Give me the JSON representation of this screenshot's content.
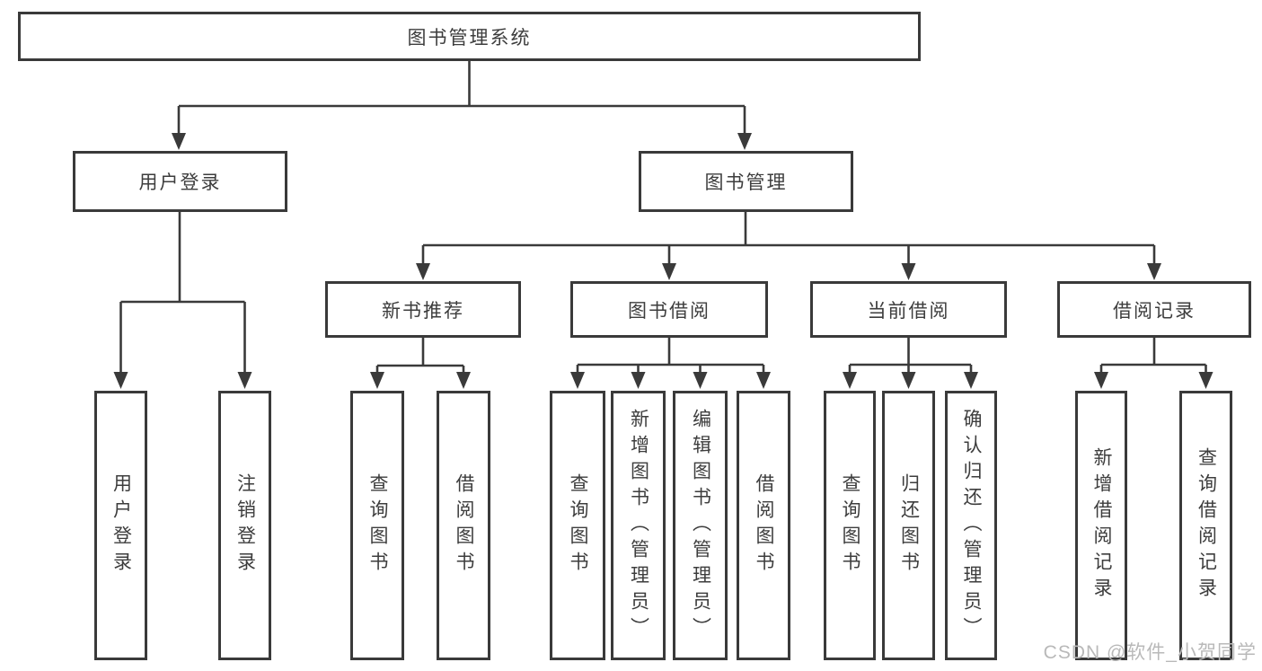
{
  "diagram": {
    "root": {
      "label": "图书管理系统"
    },
    "level2": [
      {
        "label": "用户登录"
      },
      {
        "label": "图书管理"
      }
    ],
    "level3": [
      {
        "label": "新书推荐"
      },
      {
        "label": "图书借阅"
      },
      {
        "label": "当前借阅"
      },
      {
        "label": "借阅记录"
      }
    ],
    "leaves": {
      "user_login": [
        "用户登录",
        "注销登录"
      ],
      "new_book_recommend": [
        "查询图书",
        "借阅图书"
      ],
      "book_borrow": [
        "查询图书",
        "新增图书（管理员）",
        "编辑图书（管理员）",
        "借阅图书"
      ],
      "current_borrow": [
        "查询图书",
        "归还图书",
        "确认归还（管理员）"
      ],
      "borrow_records": [
        "新增借阅记录",
        "查询借阅记录"
      ]
    }
  },
  "watermark": "CSDN @软件_小贺同学",
  "colors": {
    "line": "#3a3a3a",
    "text": "#3d3d3d",
    "watermark": "#b9b9b9",
    "background": "#ffffff"
  }
}
